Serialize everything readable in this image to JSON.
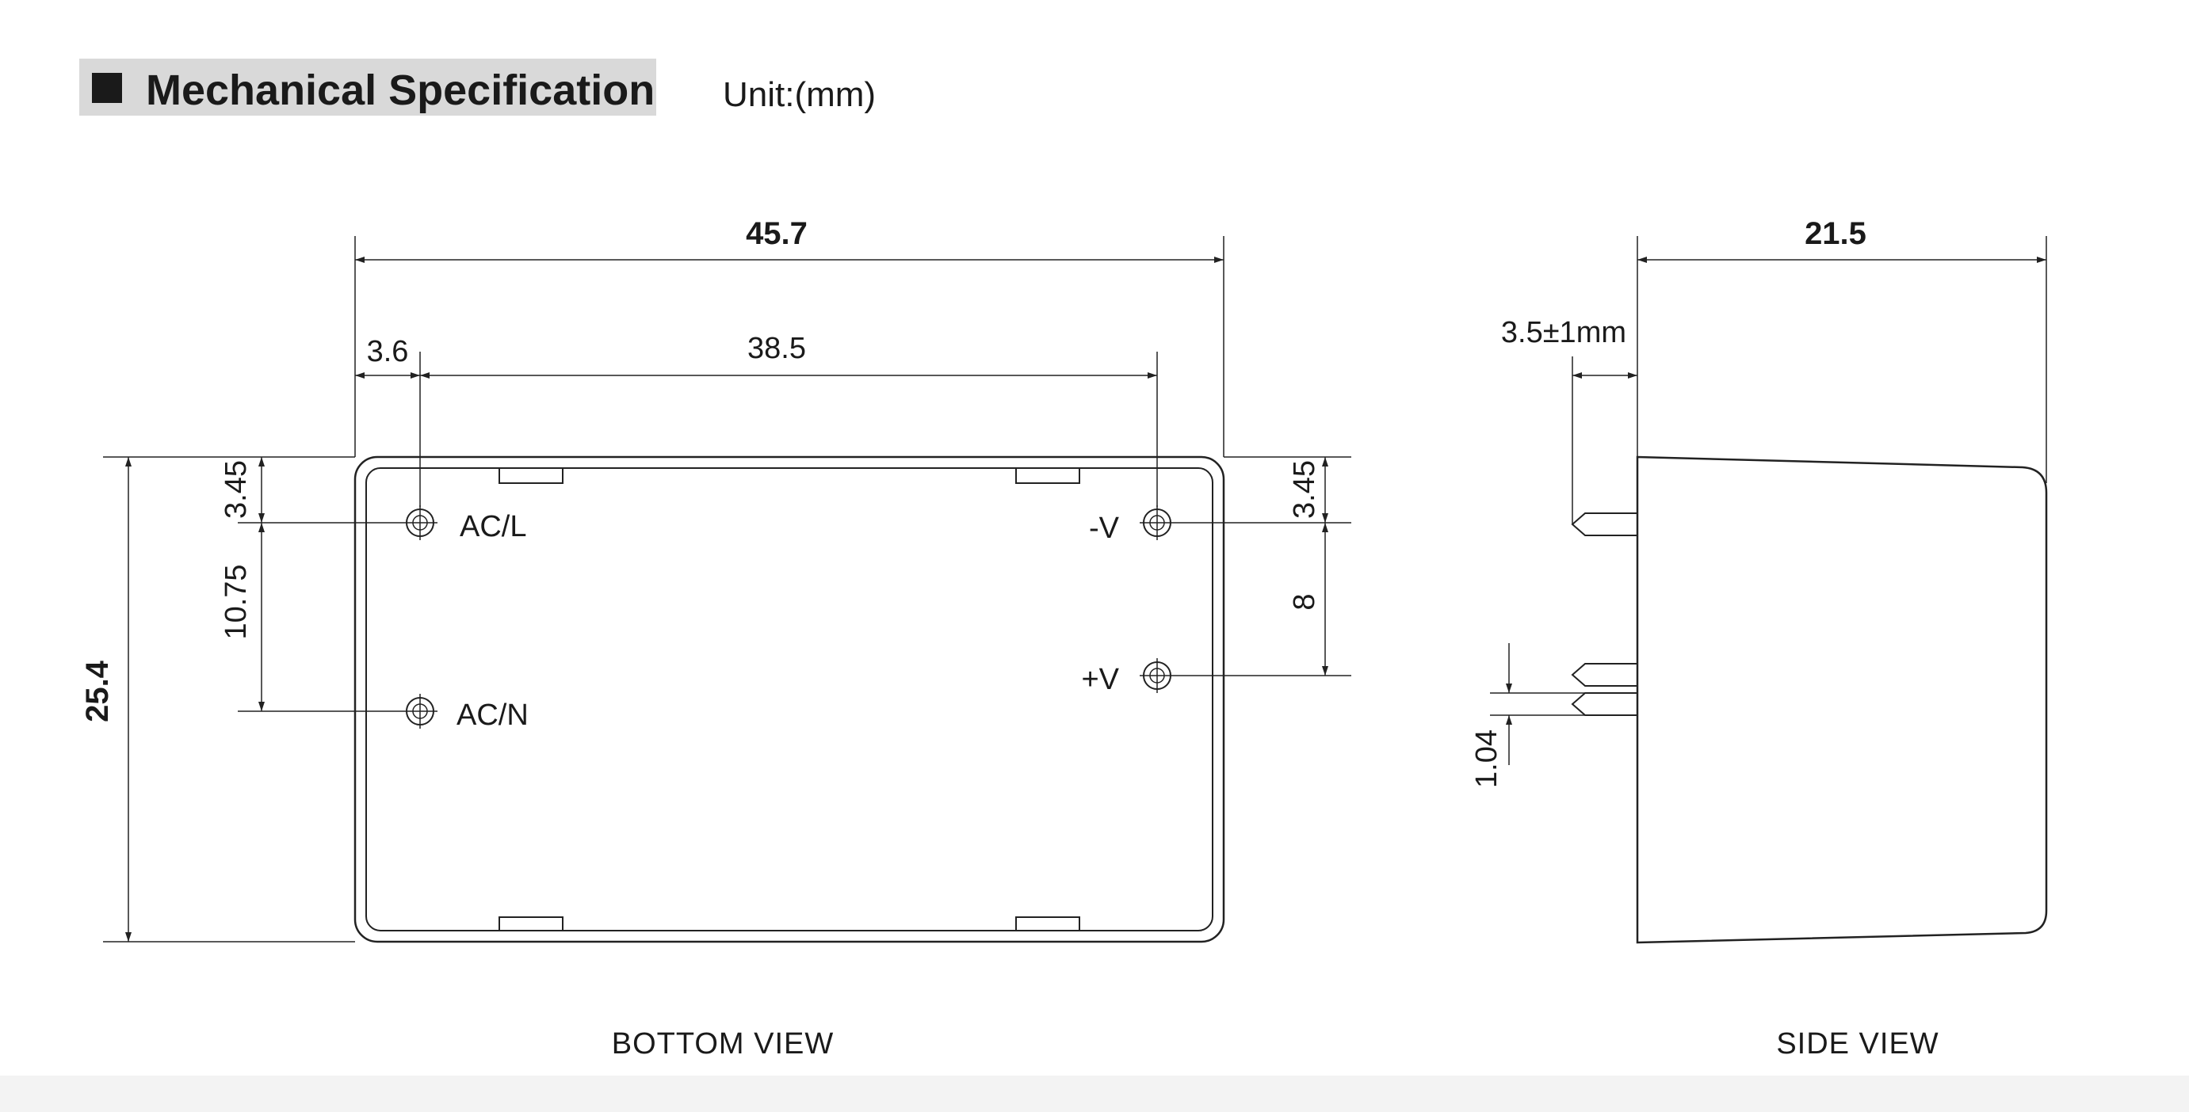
{
  "header": {
    "title": "Mechanical Specification",
    "unit": "Unit:(mm)"
  },
  "bottom_view": {
    "label": "BOTTOM  VIEW",
    "dims": {
      "width": "45.7",
      "pin_span": "38.5",
      "pin_offset_x": "3.6",
      "height": "25.4",
      "ac_top_offset": "3.45",
      "ac_spacing": "10.75",
      "dc_top_offset": "3.45",
      "dc_spacing": "8"
    },
    "pins": {
      "acl": "AC/L",
      "acn": "AC/N",
      "vneg": "-V",
      "vpos": "+V"
    }
  },
  "side_view": {
    "label": "SIDE  VIEW",
    "dims": {
      "depth": "21.5",
      "pin_length": "3.5±1mm",
      "pin_thickness": "1.04"
    }
  }
}
